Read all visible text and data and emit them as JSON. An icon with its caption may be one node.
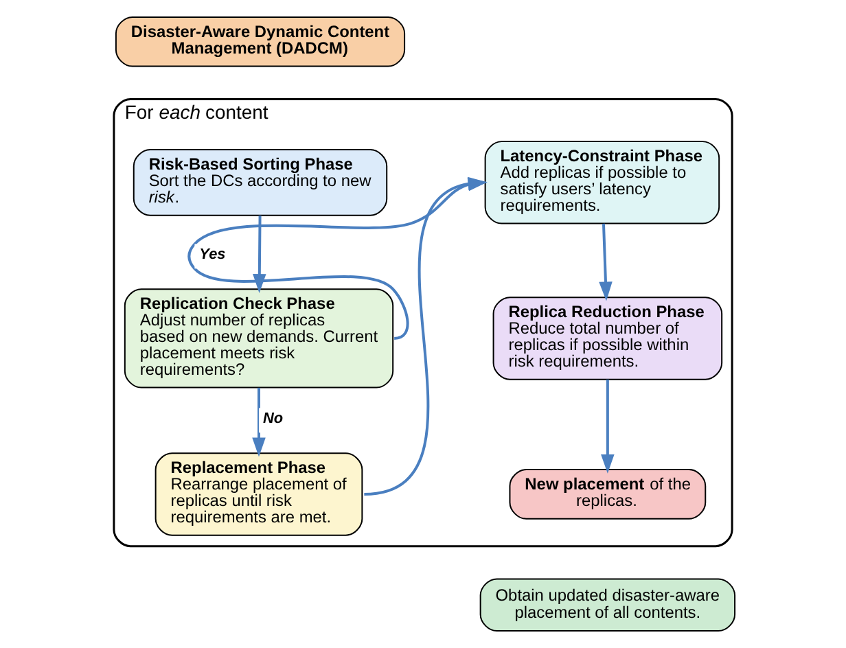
{
  "diagram": {
    "nodes": [
      {
        "text": [
          "Disaster-Aware Dynamic Content Management (DADCM)"
        ]
      },
      {
        "text": [
          "For *each* content"
        ]
      },
      {
        "text": [
          "Risk-Based Sorting Phase",
          "Sort the DCs according to new *risk*."
        ],
        "in": 1
      },
      {
        "text": [
          "Replication Check Phase",
          "Adjust number of replicas based on new demands. Current placement meets risk requirements?"
        ],
        "in": 1
      },
      {
        "text": [
          "Replacement Phase",
          "Rearrange placement of replicas until risk requirements are met."
        ],
        "in": 1
      },
      {
        "text": [
          "Latency-Constraint Phase",
          "Add replicas if possible to satisfy users’ latency requirements."
        ],
        "in": 1
      },
      {
        "text": [
          "Replica Reduction Phase",
          "Reduce total number of replicas if possible within risk requirements."
        ],
        "in": 1
      },
      {
        "text": [
          "**New placement** of the replicas."
        ],
        "in": 1
      },
      {
        "text": [
          "Obtain updated disaster-aware placement of all contents."
        ]
      }
    ],
    "edges": [
      {
        "from": 2,
        "to": 3,
        "arrow": "to"
      },
      {
        "from": 3,
        "to": 4,
        "arrow": "to",
        "label": "No"
      },
      {
        "from": 3,
        "to": 5,
        "arrow": "to",
        "label": "Yes"
      },
      {
        "from": 4,
        "to": 5,
        "arrow": "to"
      },
      {
        "from": 5,
        "to": 6,
        "arrow": "to"
      },
      {
        "from": 6,
        "to": 7,
        "arrow": "to"
      }
    ]
  }
}
